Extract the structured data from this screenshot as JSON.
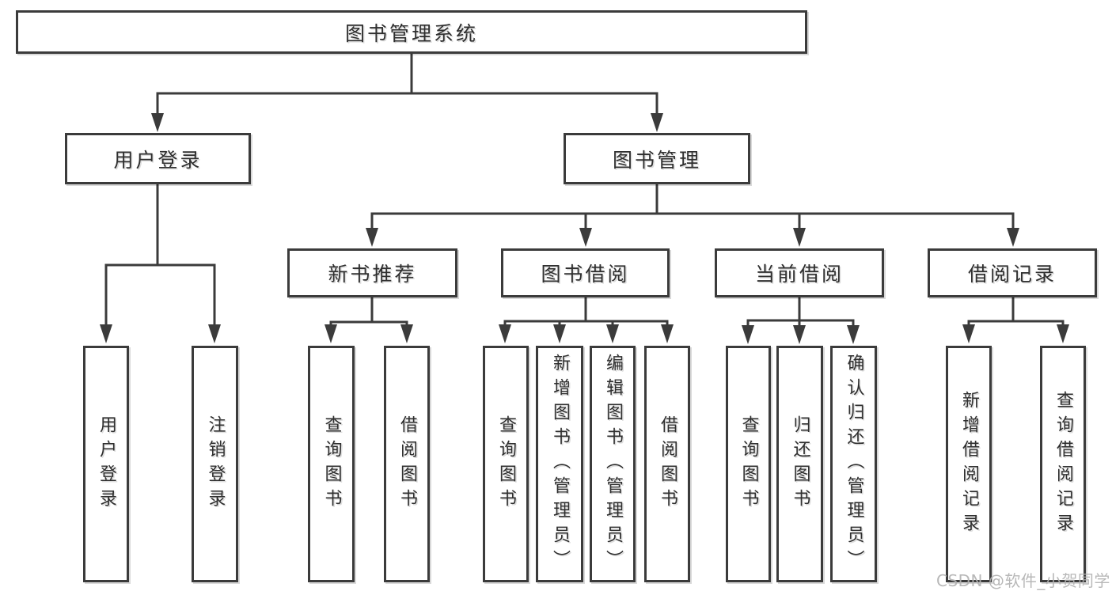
{
  "colors": {
    "border": "#3b3b3b",
    "text": "#2f2f2f",
    "background": "#ffffff"
  },
  "watermark": {
    "text": "CSDN @软件_小贺同学",
    "color": "#b3b3b3"
  },
  "tree": {
    "label": "图书管理系统",
    "children": [
      {
        "label": "用户登录",
        "children": [
          {
            "label": "用户登录"
          },
          {
            "label": "注销登录"
          }
        ]
      },
      {
        "label": "图书管理",
        "children": [
          {
            "label": "新书推荐",
            "children": [
              {
                "label": "查询图书"
              },
              {
                "label": "借阅图书"
              }
            ]
          },
          {
            "label": "图书借阅",
            "children": [
              {
                "label": "查询图书"
              },
              {
                "label": "新增图书（管理员）"
              },
              {
                "label": "编辑图书（管理员）"
              },
              {
                "label": "借阅图书"
              }
            ]
          },
          {
            "label": "当前借阅",
            "children": [
              {
                "label": "查询图书"
              },
              {
                "label": "归还图书"
              },
              {
                "label": "确认归还（管理员）"
              }
            ]
          },
          {
            "label": "借阅记录",
            "children": [
              {
                "label": "新增借阅记录"
              },
              {
                "label": "查询借阅记录"
              }
            ]
          }
        ]
      }
    ]
  }
}
